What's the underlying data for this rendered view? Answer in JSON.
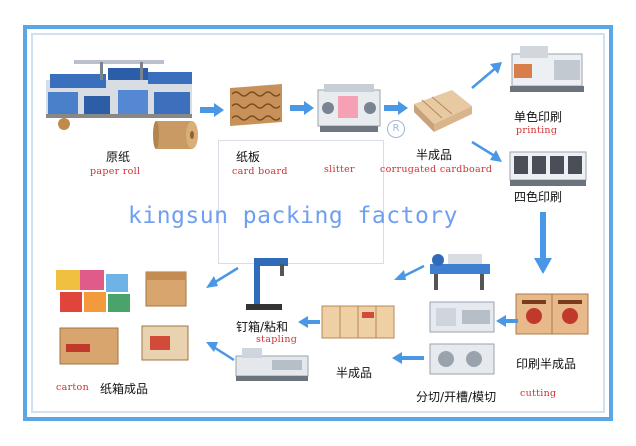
{
  "watermark": "kingsun packing factory",
  "steps": {
    "paper_roll": {
      "cn": "原纸",
      "en": "paper roll"
    },
    "card_board": {
      "cn": "纸板",
      "en": "card board"
    },
    "slitter": {
      "en": "slitter"
    },
    "corrugated": {
      "cn": "半成品",
      "en": "corrugated cardboard"
    },
    "single_print": {
      "cn": "单色印刷",
      "en": "printing"
    },
    "four_print": {
      "cn": "四色印刷"
    },
    "printed_semi": {
      "cn": "印刷半成品"
    },
    "cutting": {
      "cn": "分切/开槽/模切",
      "en": "cutting"
    },
    "semi2": {
      "cn": "半成品"
    },
    "stapling": {
      "cn": "钉箱/粘和",
      "en": "stapling"
    },
    "carton": {
      "cn": "纸箱成品",
      "en": "carton"
    }
  },
  "colors": {
    "arrow": "#4a97e6",
    "frame": "#5aa6e6",
    "accent": "#d03030"
  },
  "images": {
    "corrugator": "corrugator-machine",
    "roll": "paper-roll",
    "board": "card-board",
    "slitter": "slitter-machine",
    "stack": "cardboard-stack",
    "printer1": "single-color-printer",
    "printer4": "four-color-printer",
    "printed_boxes": "printed-semi-boxes",
    "slotter": "slotting-machine",
    "cutter": "cutting-machine",
    "flat_box": "flat-box-blank",
    "stapler": "stapling-machine",
    "gluer": "gluing-machine",
    "cartons": "finished-cartons"
  }
}
